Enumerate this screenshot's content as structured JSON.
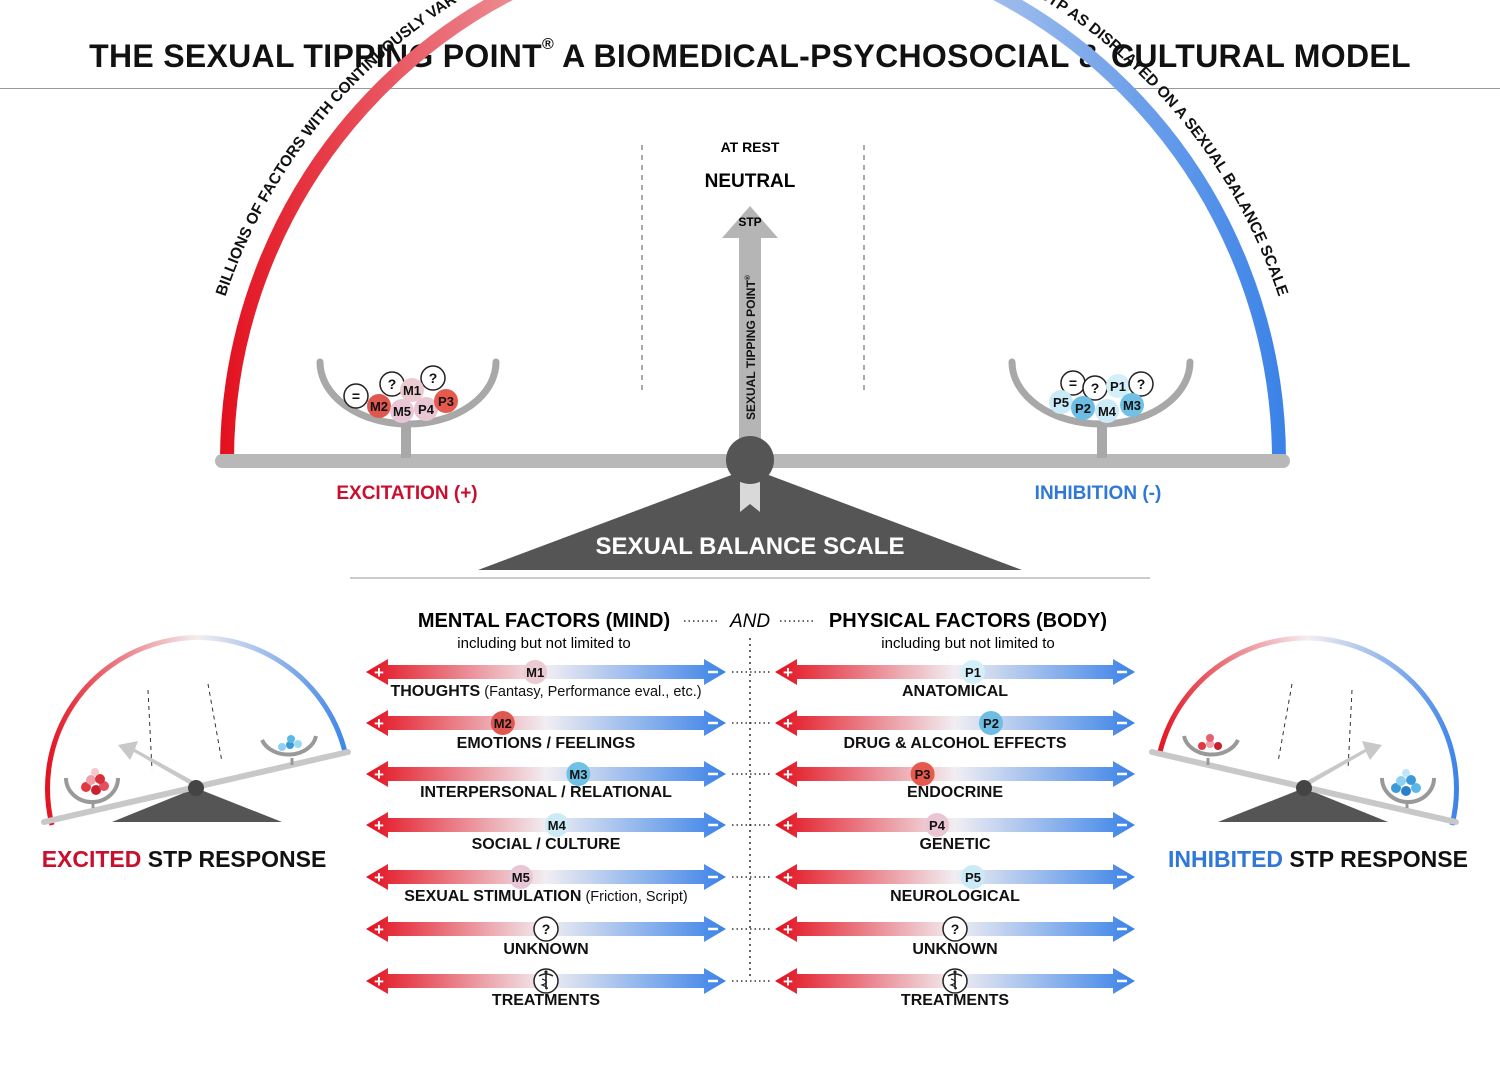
{
  "title": {
    "main": "THE SEXUAL TIPPING POINT",
    "mark": "®",
    "rest": " A BIOMEDICAL-PSYCHOSOCIAL & CULTURAL MODEL"
  },
  "arc_text": "BILLIONS OF FACTORS WITH CONTINUOUSLY VARYING DIRECTION & MAGNITUDE DETERMINE A PERSON’S MOMENT TO MOMENT STP AS DISPLAYED ON A SEXUAL BALANCE SCALE",
  "scale": {
    "at_rest": "AT REST",
    "neutral": "NEUTRAL",
    "arrow_tip": "STP",
    "pointer_label": "SEXUAL TIPPING POINT",
    "pointer_mark": "®",
    "excitation": "EXCITATION (+)",
    "inhibition": "INHIBITION (-)",
    "base_label": "SEXUAL BALANCE SCALE",
    "left_balls": [
      "=",
      "?",
      "?",
      "M1",
      "M2",
      "M5",
      "P4",
      "P3"
    ],
    "right_balls": [
      "=",
      "?",
      "P1",
      "?",
      "P5",
      "P2",
      "M4",
      "M3"
    ]
  },
  "columns": {
    "mental_title": "MENTAL FACTORS (MIND)",
    "mental_sub": "including but not limited to",
    "and": "AND",
    "physical_title": "PHYSICAL FACTORS (BODY)",
    "physical_sub": "including but not limited to"
  },
  "mental_factors": [
    {
      "marker": "M1",
      "label": "THOUGHTS",
      "note": "(Fantasy, Performance eval., etc.)",
      "position": 0.47
    },
    {
      "marker": "M2",
      "label": "EMOTIONS / FEELINGS",
      "note": "",
      "position": 0.38
    },
    {
      "marker": "M3",
      "label": "INTERPERSONAL / RELATIONAL",
      "note": "",
      "position": 0.59
    },
    {
      "marker": "M4",
      "label": "SOCIAL / CULTURE",
      "note": "",
      "position": 0.53
    },
    {
      "marker": "M5",
      "label": "SEXUAL STIMULATION",
      "note": "(Friction, Script)",
      "position": 0.43
    },
    {
      "marker": "?",
      "label": "UNKNOWN",
      "note": "",
      "position": 0.5
    },
    {
      "marker": "caduceus",
      "label": "TREATMENTS",
      "note": "",
      "position": 0.5
    }
  ],
  "physical_factors": [
    {
      "marker": "P1",
      "label": "ANATOMICAL",
      "note": "",
      "position": 0.55
    },
    {
      "marker": "P2",
      "label": "DRUG & ALCOHOL EFFECTS",
      "note": "",
      "position": 0.6
    },
    {
      "marker": "P3",
      "label": "ENDOCRINE",
      "note": "",
      "position": 0.41
    },
    {
      "marker": "P4",
      "label": "GENETIC",
      "note": "",
      "position": 0.45
    },
    {
      "marker": "P5",
      "label": "NEUROLOGICAL",
      "note": "",
      "position": 0.55
    },
    {
      "marker": "?",
      "label": "UNKNOWN",
      "note": "",
      "position": 0.5
    },
    {
      "marker": "caduceus",
      "label": "TREATMENTS",
      "note": "",
      "position": 0.5
    }
  ],
  "excited": {
    "word": "EXCITED",
    "rest": " STP RESPONSE"
  },
  "inhibited": {
    "word": "INHIBITED",
    "rest": " STP RESPONSE"
  },
  "colors": {
    "red": "#e3101e",
    "blue": "#3a82e8",
    "gray": "#9a9a9a",
    "dark": "#555555",
    "red_text": "#c8102e",
    "blue_text": "#2f78d8"
  }
}
